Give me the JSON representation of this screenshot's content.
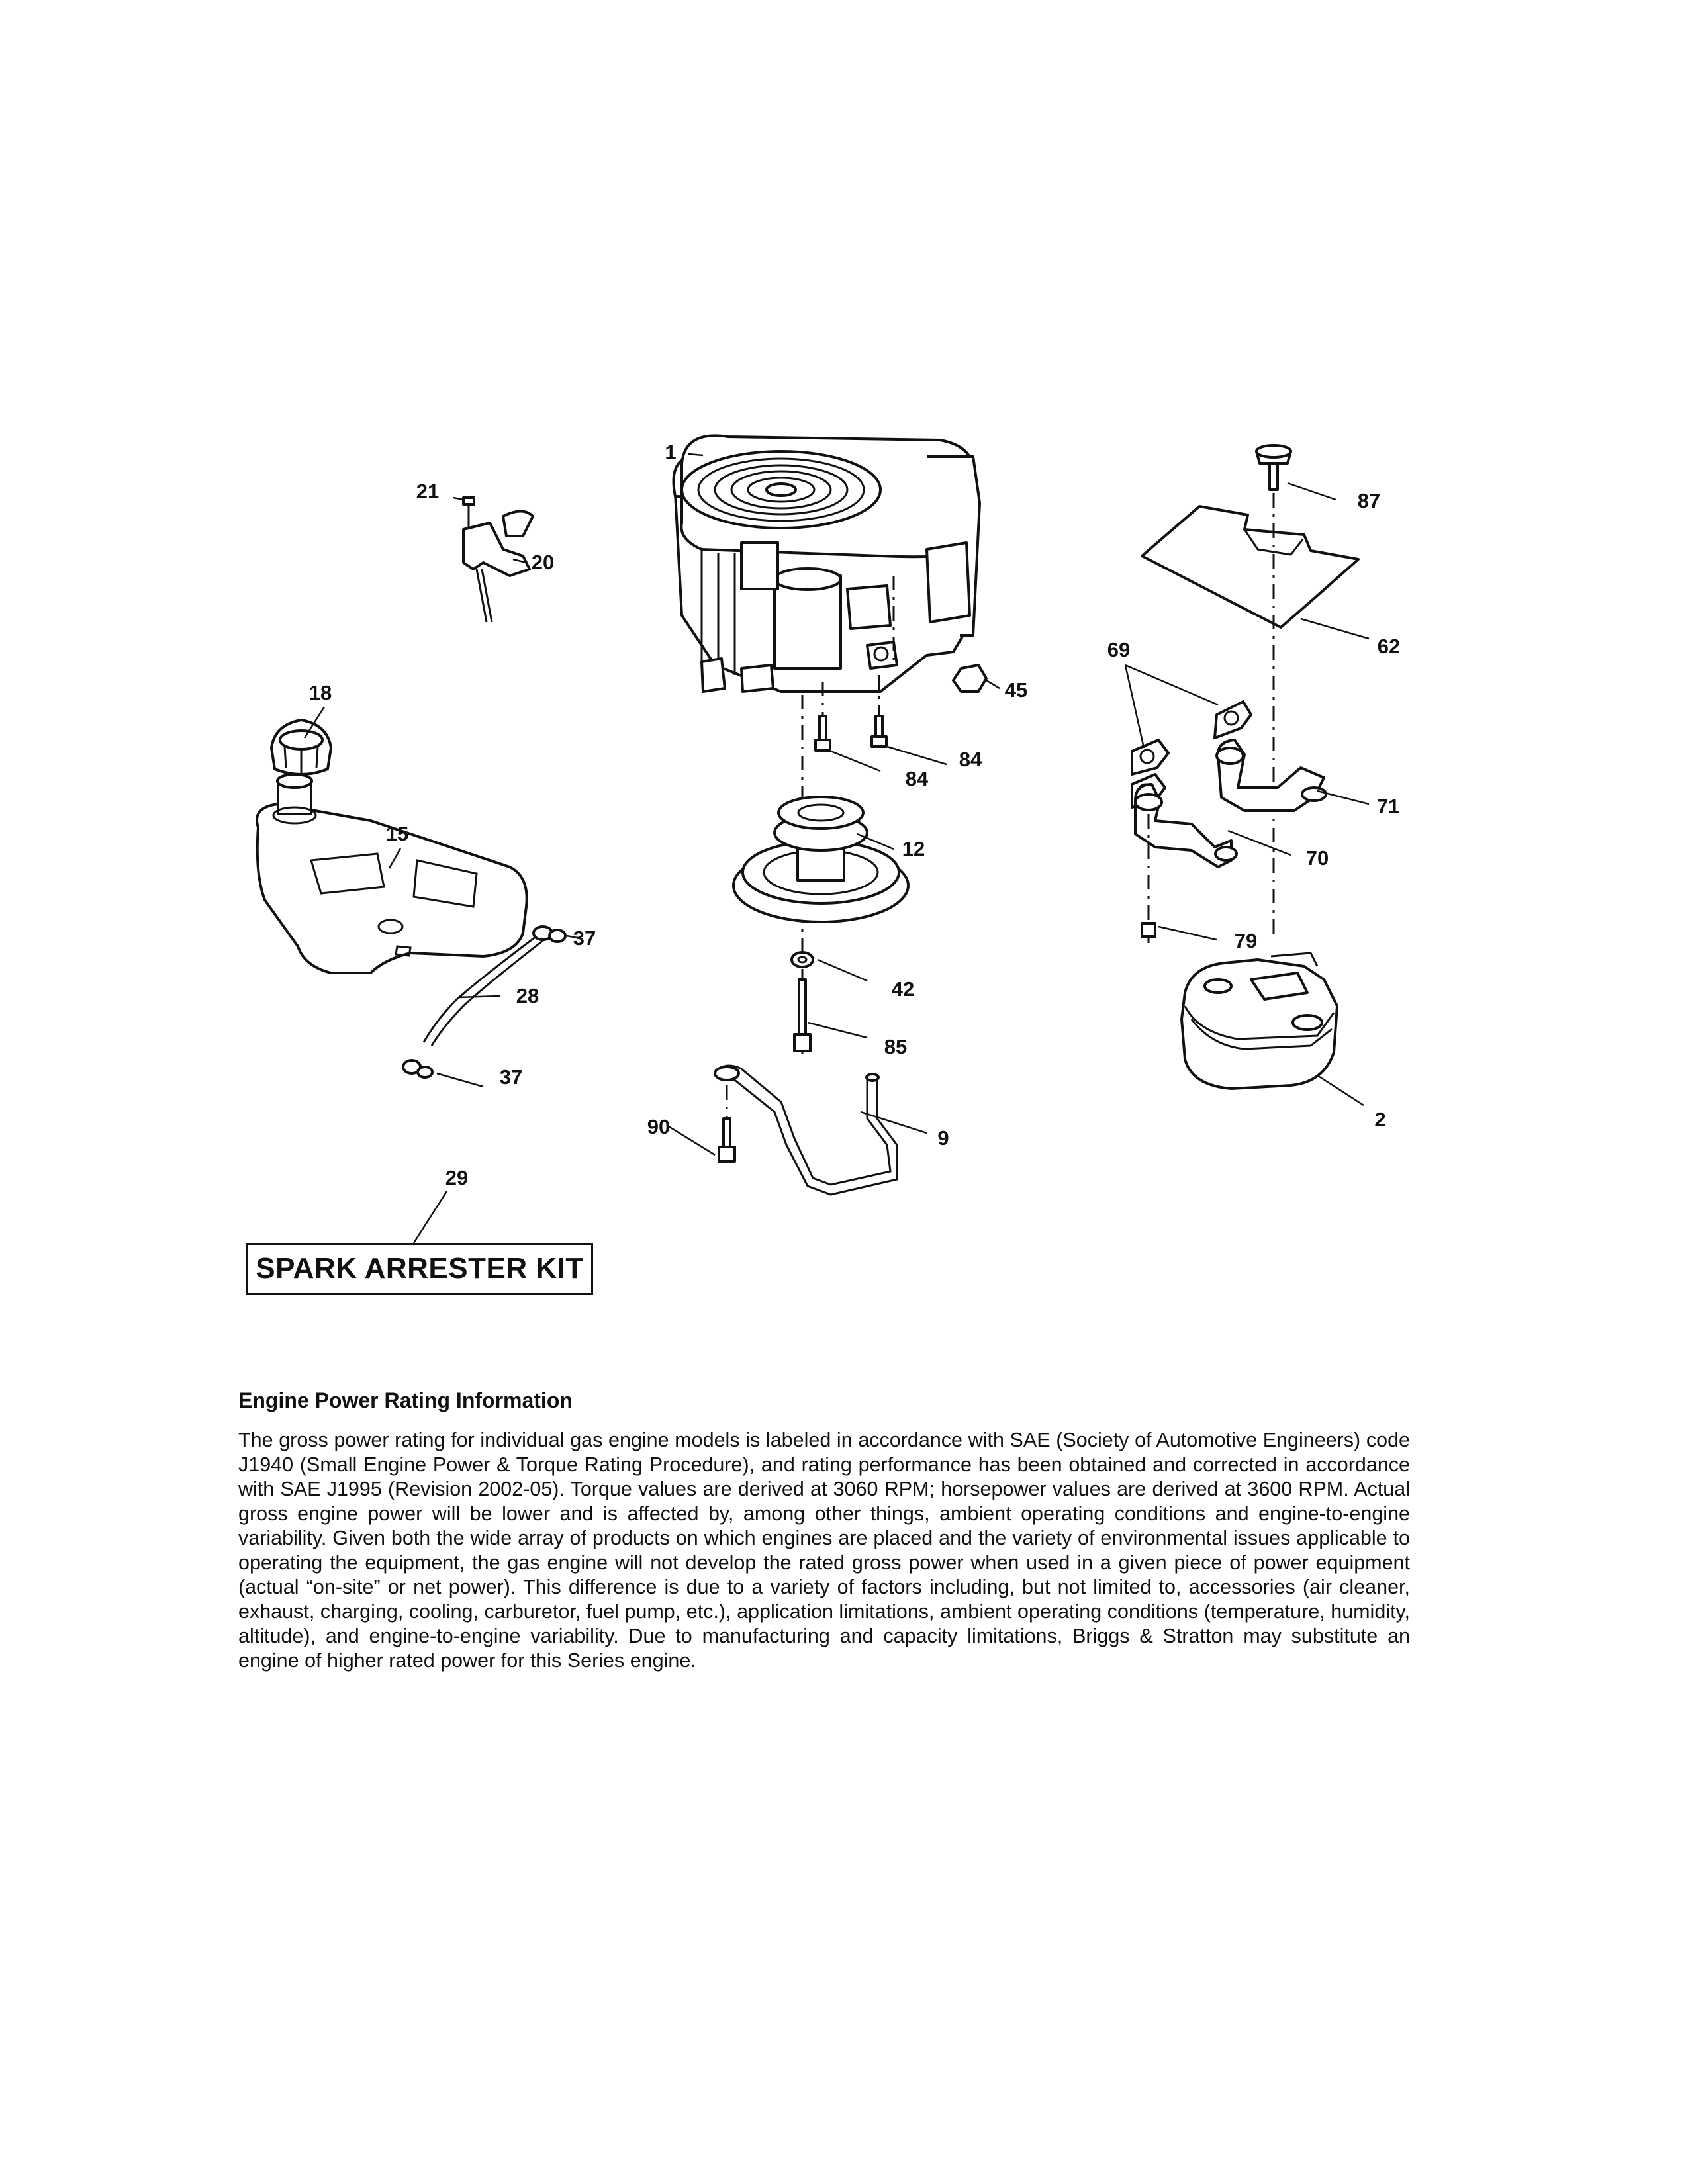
{
  "callouts": {
    "c1": "1",
    "c2": "2",
    "c9": "9",
    "c12": "12",
    "c15": "15",
    "c18": "18",
    "c20": "20",
    "c21": "21",
    "c28": "28",
    "c29": "29",
    "c37a": "37",
    "c37b": "37",
    "c42": "42",
    "c45": "45",
    "c62": "62",
    "c69": "69",
    "c70": "70",
    "c71": "71",
    "c79": "79",
    "c84a": "84",
    "c84b": "84",
    "c85": "85",
    "c87": "87",
    "c90": "90"
  },
  "kit_label": "SPARK ARRESTER KIT",
  "info": {
    "title": "Engine Power Rating Information",
    "body": "The gross power rating for individual gas engine models is labeled in accordance with SAE (Society of Automotive Engineers) code J1940 (Small Engine Power & Torque Rating Procedure), and rating performance has been obtained and corrected in accordance with SAE J1995 (Revision 2002-05). Torque values are derived at 3060 RPM; horsepower values are derived at 3600 RPM. Actual gross engine power will be lower and is affected by, among other things, ambient operating conditions and engine-to-engine variability. Given both the wide array of products on which engines are placed and the variety of environmental issues applicable to operating the equipment, the gas engine will not develop the rated gross power when used in a given piece of power equipment (actual “on-site” or net power). This difference is due to a variety of factors including, but not limited to, accessories (air cleaner, exhaust, charging, cooling, carburetor, fuel pump, etc.), application limitations, ambient operating conditions (temperature, humidity, altitude), and engine-to-engine variability. Due to manufacturing and capacity limitations, Briggs & Stratton may substitute an engine of higher rated power for this Series engine."
  }
}
